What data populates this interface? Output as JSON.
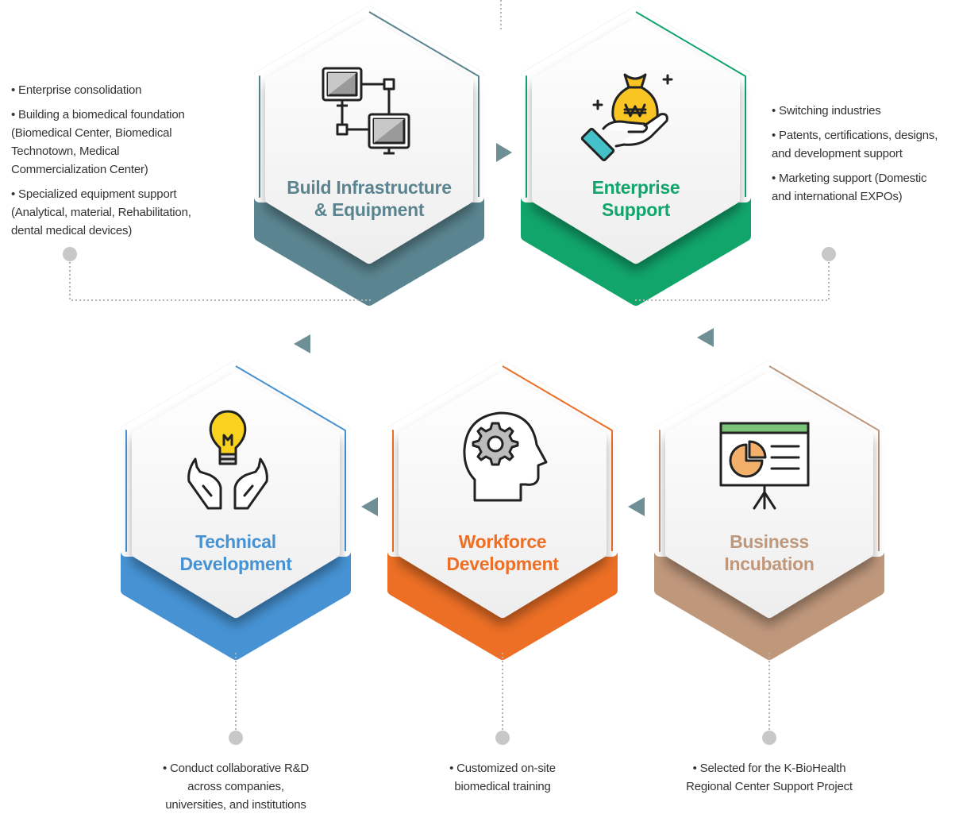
{
  "colors": {
    "infrastructure": "#5a8590",
    "enterprise": "#11a56b",
    "technical": "#4692d3",
    "workforce": "#ec6f25",
    "incubation": "#bf977b",
    "arrow": "#6e8f95",
    "connector": "#b3b3b3"
  },
  "nodes": {
    "infrastructure": {
      "title_line1": "Build Infrastructure",
      "title_line2": "& Equipment",
      "icon": "networked-computers-icon"
    },
    "enterprise": {
      "title_line1": "Enterprise",
      "title_line2": "Support",
      "icon": "money-bag-hand-icon"
    },
    "technical": {
      "title_line1": "Technical",
      "title_line2": "Development",
      "icon": "lightbulb-hands-icon"
    },
    "workforce": {
      "title_line1": "Workforce",
      "title_line2": "Development",
      "icon": "head-gear-icon"
    },
    "incubation": {
      "title_line1": "Business",
      "title_line2": "Incubation",
      "icon": "presentation-board-icon"
    }
  },
  "notes": {
    "infrastructure": {
      "item1": "• Enterprise consolidation",
      "item2_line1": "• Building a biomedical foundation",
      "item2_line2": "(Biomedical Center, Biomedical",
      "item2_line3": "Technotown, Medical",
      "item2_line4": "Commercialization Center)",
      "item3_line1": "• Specialized equipment support",
      "item3_line2": "(Analytical, material, Rehabilitation,",
      "item3_line3": "dental medical devices)"
    },
    "enterprise": {
      "item1": "• Switching industries",
      "item2_line1": "• Patents, certifications, designs,",
      "item2_line2": "and development support",
      "item3_line1": "• Marketing support (Domestic",
      "item3_line2": "and international EXPOs)"
    },
    "technical": {
      "line1": "• Conduct collaborative R&D",
      "line2": "across companies,",
      "line3": "universities, and institutions"
    },
    "workforce": {
      "line1": "• Customized on-site",
      "line2": "biomedical training"
    },
    "incubation": {
      "line1": "• Selected for the K-BioHealth",
      "line2": "Regional Center Support Project"
    }
  }
}
